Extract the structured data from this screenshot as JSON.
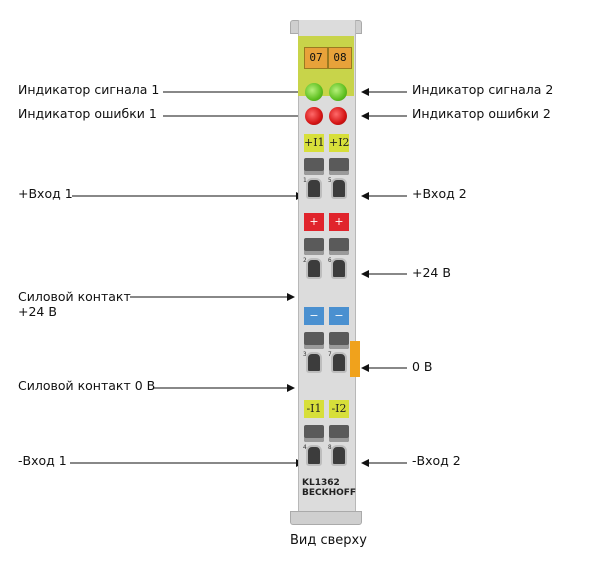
{
  "labels": {
    "signal1": "Индикатор сигнала 1",
    "signal2": "Индикатор сигнала 2",
    "error1": "Индикатор ошибки 1",
    "error2": "Индикатор ошибки 2",
    "in1_plus": "+Вход 1",
    "in2_plus": "+Вход 2",
    "power_24_line1": "Силовой контакт",
    "power_24_line2": "+24 В",
    "plus24": "+24 В",
    "zero_v": "0 В",
    "power_0": "Силовой контакт 0 В",
    "in1_minus": "-Вход 1",
    "in2_minus": "-Вход 2"
  },
  "footer": "Вид сверху",
  "module": {
    "slot_left": "07",
    "slot_right": "08",
    "tag_i1_plus": "+I1",
    "tag_i2_plus": "+I2",
    "tag_plus": "+",
    "tag_minus": "−",
    "tag_i1_minus": "-I1",
    "tag_i2_minus": "-I2",
    "pins": [
      "1",
      "5",
      "2",
      "6",
      "3",
      "7",
      "4",
      "8"
    ],
    "model": "KL1362",
    "brand": "BECKHOFF"
  },
  "colors": {
    "led_green": "#5fc021",
    "led_red": "#d41414",
    "plate_yellow": "#c8d44a",
    "tag_red": "#e0242c",
    "tag_blue": "#4a90d0",
    "pe_orange": "#f0a21c"
  }
}
